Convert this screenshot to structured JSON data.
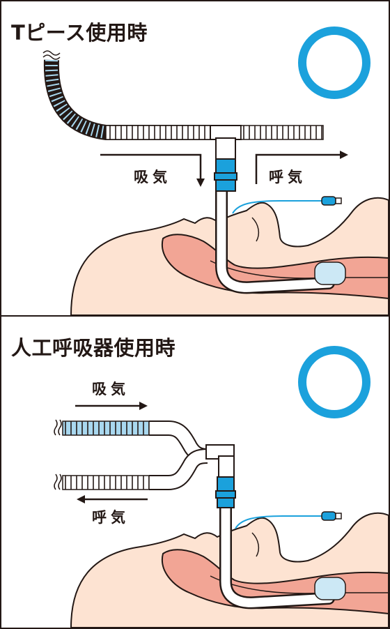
{
  "panels": [
    {
      "title": "Tピース使用時",
      "inhale_label": "吸気",
      "exhale_label": "呼気"
    },
    {
      "title": "人工呼吸器使用時",
      "inhale_label": "吸気",
      "exhale_label": "呼気"
    }
  ],
  "colors": {
    "accent_blue": "#1ba1dc",
    "tube_blue": "#7ec4e6",
    "skin": "#fde3d2",
    "airway": "#f2a595",
    "outline": "#231815"
  }
}
